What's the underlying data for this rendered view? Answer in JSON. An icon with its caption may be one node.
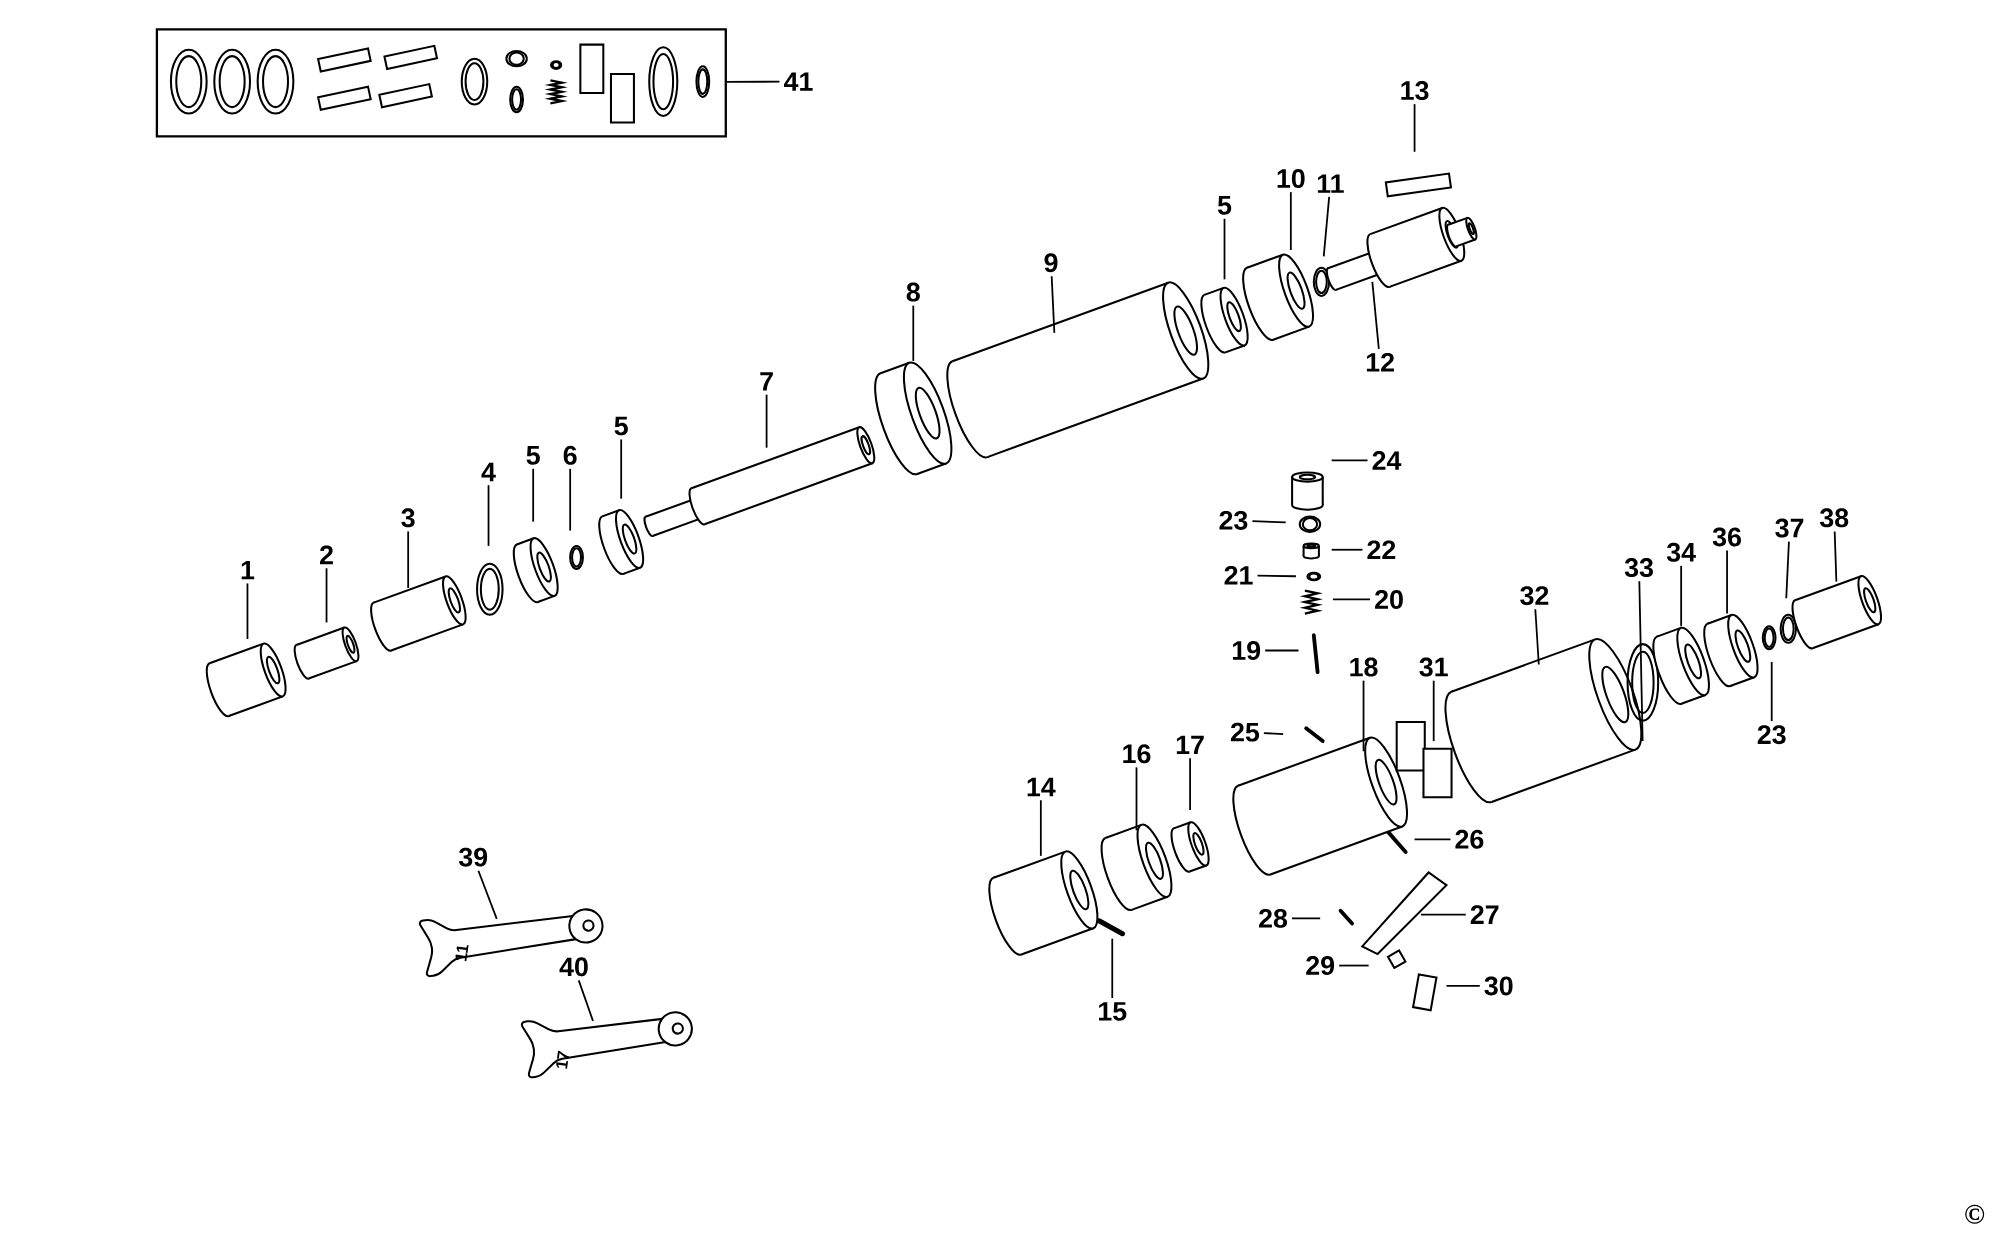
{
  "diagram": {
    "nodes": [
      {
        "text": [],
        "shape": "box"
      },
      {
        "text": [
          "41"
        ]
      },
      {
        "text": [
          "1"
        ]
      },
      {
        "text": [
          "2"
        ]
      },
      {
        "text": [
          "3"
        ]
      },
      {
        "text": [
          "4"
        ]
      },
      {
        "text": [
          "5"
        ]
      },
      {
        "text": [
          "6"
        ]
      },
      {
        "text": [
          "5"
        ]
      },
      {
        "text": [
          "7"
        ]
      },
      {
        "text": [
          "8"
        ]
      },
      {
        "text": [
          "9"
        ]
      },
      {
        "text": [
          "5"
        ]
      },
      {
        "text": [
          "10"
        ]
      },
      {
        "text": [
          "11"
        ]
      },
      {
        "text": [
          "12"
        ]
      },
      {
        "text": [
          "13"
        ]
      },
      {
        "text": [
          "14"
        ]
      },
      {
        "text": [
          "15"
        ]
      },
      {
        "text": [
          "16"
        ]
      },
      {
        "text": [
          "17"
        ]
      },
      {
        "text": [
          "18"
        ]
      },
      {
        "text": [
          "19"
        ]
      },
      {
        "text": [
          "20"
        ]
      },
      {
        "text": [
          "21"
        ]
      },
      {
        "text": [
          "22"
        ]
      },
      {
        "text": [
          "23"
        ]
      },
      {
        "text": [
          "23"
        ]
      },
      {
        "text": [
          "24"
        ]
      },
      {
        "text": [
          "25"
        ]
      },
      {
        "text": [
          "26"
        ]
      },
      {
        "text": [
          "27"
        ]
      },
      {
        "text": [
          "28"
        ]
      },
      {
        "text": [
          "29"
        ]
      },
      {
        "text": [
          "30"
        ]
      },
      {
        "text": [
          "31"
        ]
      },
      {
        "text": [
          "32"
        ]
      },
      {
        "text": [
          "33"
        ]
      },
      {
        "text": [
          "34"
        ]
      },
      {
        "text": [
          "36"
        ]
      },
      {
        "text": [
          "37"
        ]
      },
      {
        "text": [
          "38"
        ]
      },
      {
        "text": [
          "39"
        ]
      },
      {
        "text": [
          "40"
        ]
      },
      {
        "text": [
          "11"
        ]
      },
      {
        "text": [
          "17"
        ]
      }
    ],
    "edges": [
      {
        "from": 1,
        "to": 0,
        "arrow": "none"
      },
      {
        "from": 2,
        "to": null,
        "arrow": "none"
      },
      {
        "from": 3,
        "to": null,
        "arrow": "none"
      },
      {
        "from": 4,
        "to": null,
        "arrow": "none"
      },
      {
        "from": 5,
        "to": null,
        "arrow": "none"
      },
      {
        "from": 6,
        "to": null,
        "arrow": "none"
      },
      {
        "from": 7,
        "to": null,
        "arrow": "none"
      },
      {
        "from": 8,
        "to": null,
        "arrow": "none"
      },
      {
        "from": 9,
        "to": null,
        "arrow": "none"
      },
      {
        "from": 10,
        "to": null,
        "arrow": "none"
      },
      {
        "from": 11,
        "to": null,
        "arrow": "none"
      },
      {
        "from": 12,
        "to": null,
        "arrow": "none"
      },
      {
        "from": 13,
        "to": null,
        "arrow": "none"
      },
      {
        "from": 14,
        "to": null,
        "arrow": "none"
      },
      {
        "from": 15,
        "to": null,
        "arrow": "none"
      },
      {
        "from": 16,
        "to": null,
        "arrow": "none"
      },
      {
        "from": 17,
        "to": null,
        "arrow": "none"
      },
      {
        "from": 18,
        "to": null,
        "arrow": "none"
      },
      {
        "from": 19,
        "to": null,
        "arrow": "none"
      },
      {
        "from": 20,
        "to": null,
        "arrow": "none"
      },
      {
        "from": 21,
        "to": null,
        "arrow": "none"
      },
      {
        "from": 22,
        "to": null,
        "arrow": "none"
      },
      {
        "from": 23,
        "to": null,
        "arrow": "none"
      },
      {
        "from": 24,
        "to": null,
        "arrow": "none"
      },
      {
        "from": 25,
        "to": null,
        "arrow": "none"
      },
      {
        "from": 26,
        "to": null,
        "arrow": "none"
      },
      {
        "from": 27,
        "to": null,
        "arrow": "none"
      },
      {
        "from": 28,
        "to": null,
        "arrow": "none"
      },
      {
        "from": 29,
        "to": null,
        "arrow": "none"
      },
      {
        "from": 30,
        "to": null,
        "arrow": "none"
      },
      {
        "from": 31,
        "to": null,
        "arrow": "none"
      },
      {
        "from": 32,
        "to": null,
        "arrow": "none"
      },
      {
        "from": 33,
        "to": null,
        "arrow": "none"
      },
      {
        "from": 34,
        "to": null,
        "arrow": "none"
      },
      {
        "from": 35,
        "to": null,
        "arrow": "none"
      },
      {
        "from": 36,
        "to": null,
        "arrow": "none"
      },
      {
        "from": 37,
        "to": null,
        "arrow": "none"
      },
      {
        "from": 38,
        "to": null,
        "arrow": "none"
      },
      {
        "from": 39,
        "to": null,
        "arrow": "none"
      },
      {
        "from": 40,
        "to": null,
        "arrow": "none"
      },
      {
        "from": 41,
        "to": null,
        "arrow": "none"
      },
      {
        "from": 42,
        "to": 44,
        "arrow": "none"
      },
      {
        "from": 43,
        "to": 45,
        "arrow": "none"
      }
    ],
    "labels": [
      "©"
    ]
  }
}
